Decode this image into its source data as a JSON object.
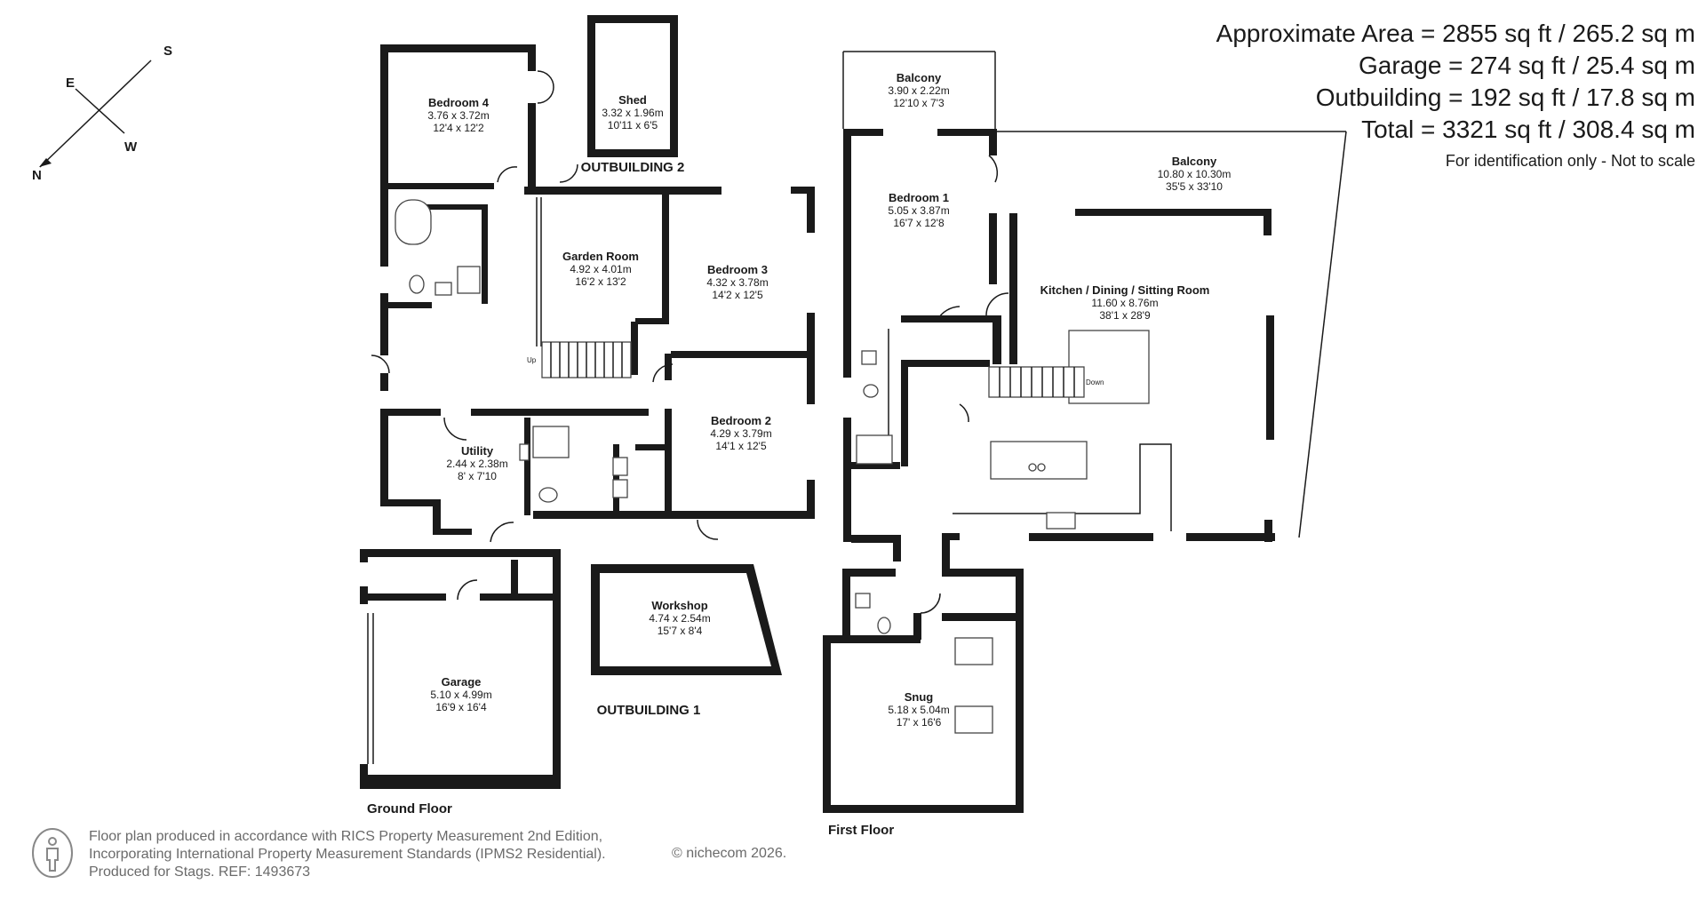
{
  "area": {
    "lines": [
      "Approximate Area = 2855 sq ft / 265.2 sq m",
      "Garage = 274 sq ft / 25.4 sq m",
      "Outbuilding = 192 sq ft / 17.8 sq m",
      "Total = 3321 sq ft / 308.4 sq m"
    ],
    "note": "For identification only - Not to scale"
  },
  "compass": {
    "n": "N",
    "e": "E",
    "s": "S",
    "w": "W"
  },
  "floors": {
    "ground": "Ground Floor",
    "first": "First Floor",
    "outbuilding1": "OUTBUILDING 1",
    "outbuilding2": "OUTBUILDING 2"
  },
  "rooms": {
    "bedroom4": {
      "name": "Bedroom 4",
      "metric": "3.76 x 3.72m",
      "imperial": "12'4 x 12'2"
    },
    "shed": {
      "name": "Shed",
      "metric": "3.32 x 1.96m",
      "imperial": "10'11 x 6'5"
    },
    "garden_room": {
      "name": "Garden Room",
      "metric": "4.92 x 4.01m",
      "imperial": "16'2 x 13'2"
    },
    "bedroom3": {
      "name": "Bedroom 3",
      "metric": "4.32 x 3.78m",
      "imperial": "14'2 x 12'5"
    },
    "bedroom2": {
      "name": "Bedroom 2",
      "metric": "4.29 x 3.79m",
      "imperial": "14'1 x 12'5"
    },
    "utility": {
      "name": "Utility",
      "metric": "2.44 x 2.38m",
      "imperial": "8' x 7'10"
    },
    "garage": {
      "name": "Garage",
      "metric": "5.10 x 4.99m",
      "imperial": "16'9 x 16'4"
    },
    "workshop": {
      "name": "Workshop",
      "metric": "4.74 x 2.54m",
      "imperial": "15'7 x 8'4"
    },
    "balcony1": {
      "name": "Balcony",
      "metric": "3.90 x 2.22m",
      "imperial": "12'10 x 7'3"
    },
    "balcony2": {
      "name": "Balcony",
      "metric": "10.80 x 10.30m",
      "imperial": "35'5 x 33'10"
    },
    "bedroom1": {
      "name": "Bedroom 1",
      "metric": "5.05 x 3.87m",
      "imperial": "16'7 x 12'8"
    },
    "kitchen": {
      "name": "Kitchen / Dining / Sitting Room",
      "metric": "11.60 x 8.76m",
      "imperial": "38'1 x 28'9"
    },
    "snug": {
      "name": "Snug",
      "metric": "5.18 x 5.04m",
      "imperial": "17' x 16'6"
    }
  },
  "stairs": {
    "up": "Up",
    "down": "Down"
  },
  "footer": {
    "lines": [
      "Floor plan produced in accordance with RICS Property Measurement 2nd Edition,",
      "Incorporating International Property Measurement Standards (IPMS2 Residential).",
      "Produced for Stags.   REF: 1493673"
    ],
    "copyright": "© nichecom 2026."
  }
}
